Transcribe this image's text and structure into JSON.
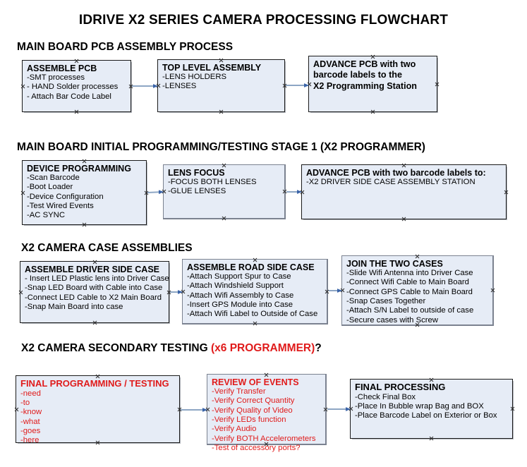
{
  "document": {
    "title": "IDRIVE X2  SERIES CAMERA PROCESSING FLOWCHART",
    "background_color": "#ffffff",
    "node_fill_color": "#e6ecf6",
    "node_border_color": "#1a1a1a",
    "accent_red": "#e01b1b",
    "arrow_color": "#8da6c4",
    "arrow_head_color": "#3b64a8"
  },
  "sections": [
    {
      "heading": "MAIN BOARD PCB ASSEMBLY PROCESS",
      "heading_accent": "",
      "heading_suffix": "",
      "nodes": [
        {
          "title": "ASSEMBLE PCB",
          "items": [
            "-SMT processes",
            "- HAND Solder processes",
            "- Attach Bar Code Label"
          ]
        },
        {
          "title": "TOP LEVEL ASSEMBLY",
          "items": [
            "-LENS HOLDERS",
            "-LENSES"
          ]
        },
        {
          "lines": [
            "ADVANCE PCB with two",
            "barcode labels to the",
            " X2 Programming Station"
          ]
        }
      ]
    },
    {
      "heading": "MAIN BOARD INITIAL PROGRAMMING/TESTING STAGE 1 (X2 PROGRAMMER)",
      "heading_accent": "",
      "heading_suffix": "",
      "nodes": [
        {
          "title": "DEVICE PROGRAMMING",
          "items": [
            "-Scan Barcode",
            "-Boot Loader",
            "-Device Configuration",
            "-Test Wired Events",
            "-AC SYNC"
          ]
        },
        {
          "title": "LENS FOCUS",
          "items": [
            "-FOCUS BOTH LENSES",
            "-GLUE LENSES"
          ]
        },
        {
          "title": "ADVANCE PCB with two barcode labels to:",
          "items": [
            "-X2 DRIVER  SIDE  CASE  ASSEMBLY STATION"
          ]
        }
      ]
    },
    {
      "heading": "X2 CAMERA CASE ASSEMBLIES",
      "heading_accent": "",
      "heading_suffix": "",
      "nodes": [
        {
          "title": "ASSEMBLE DRIVER SIDE CASE",
          "items": [
            "- Insert LED Plastic lens into Driver Case",
            "-Snap LED Board with Cable into Case",
            "-Connect LED Cable to X2 Main Board",
            "-Snap Main Board into case"
          ]
        },
        {
          "title": "ASSEMBLE ROAD SIDE CASE",
          "items": [
            "-Attach Support Spur to Case",
            "-Attach Windshield Support",
            "-Attach Wifi Assembly to Case",
            "-Insert GPS Module into Case",
            "-Attach Wifi Label to Outside of Case"
          ]
        },
        {
          "title": "JOIN THE TWO CASES",
          "items": [
            "-Slide Wifi Antenna into Driver Case",
            "-Connect Wifi Cable to Main Board",
            "-Connect GPS Cable to Main Board",
            "-Snap Cases Together",
            "-Attach S/N Label to outside of case",
            "-Secure cases with Screw"
          ]
        }
      ]
    },
    {
      "heading": "X2 CAMERA SECONDARY TESTING ",
      "heading_accent": "(x6 PROGRAMMER)",
      "heading_suffix": "?",
      "nodes": [
        {
          "title": "FINAL PROGRAMMING / TESTING",
          "title_color": "red",
          "items_color": "red",
          "items": [
            "-need",
            "-to",
            "-know",
            "-what",
            "-goes",
            "-here"
          ]
        },
        {
          "title": "REVIEW OF EVENTS",
          "title_color": "red",
          "items_color": "red",
          "items": [
            "-Verify Transfer",
            "-Verify Correct Quantity",
            "-Verify Quality of Video",
            "-Verify LEDs function",
            "-Verify Audio",
            "-Verify BOTH Accelerometers",
            "-Test of accessory ports?"
          ]
        },
        {
          "title": "FINAL PROCESSING",
          "items": [
            " -Check Final Box",
            "-Place In Bubble wrap Bag and BOX",
            "-Place Barcode Label on Exterior or Box"
          ]
        }
      ]
    }
  ]
}
